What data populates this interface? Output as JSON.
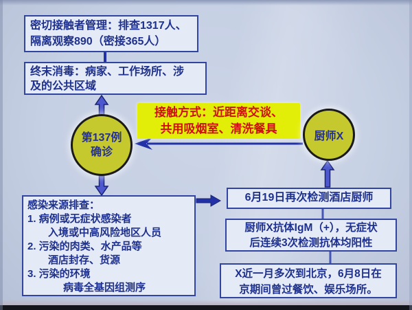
{
  "slide": {
    "nodes": {
      "contact_mgmt": {
        "lines": [
          "密切接触者管理：排查1317人、",
          "隔离观察890（密接365人）"
        ]
      },
      "disinfection": {
        "lines": [
          "终末消毒：病家、工作场所、涉",
          "及的公共区域"
        ]
      },
      "contact_mode": {
        "lines": [
          "接触方式：近距离交谈、",
          "共用吸烟室、清洗餐具"
        ]
      },
      "case_circle": {
        "lines": [
          "第137例",
          "确诊"
        ]
      },
      "chef_circle": {
        "label": "厨师X"
      },
      "source_screening": {
        "lines": [
          "感染来源排查：",
          "1.  病例或无症状感染者",
          "入境或中高风险地区人员",
          "2.  污染的肉类、水产品等",
          "酒店封存、货源",
          "3. 污染的环境",
          "病毒全基因组测序"
        ]
      },
      "retest": {
        "label": "6月19日再次检测酒店厨师"
      },
      "antibody": {
        "lines": [
          "厨师X抗体IgM（+），无症状",
          "后连续3次检测抗体均阳性"
        ]
      },
      "travel": {
        "lines": [
          "X近一月多次到北京，6月8日在",
          "京期间曾过餐饮、娱乐场所。"
        ]
      }
    },
    "colors": {
      "background": "#c6d0e4",
      "box_fill": "#e4eaf6",
      "box_border": "#3044a0",
      "box_text": "#1e308e",
      "highlight_fill": "#e3ee08",
      "highlight_text": "#cf1010",
      "circle_fill": "#c5c92d",
      "circle_border": "#1a1a1a",
      "circle_text": "#25318a",
      "arrow_main": "#2232a6",
      "arrow_fill": "#4d58cf",
      "arrow_outline": "#1a2470",
      "connector": "#4656b4"
    }
  }
}
